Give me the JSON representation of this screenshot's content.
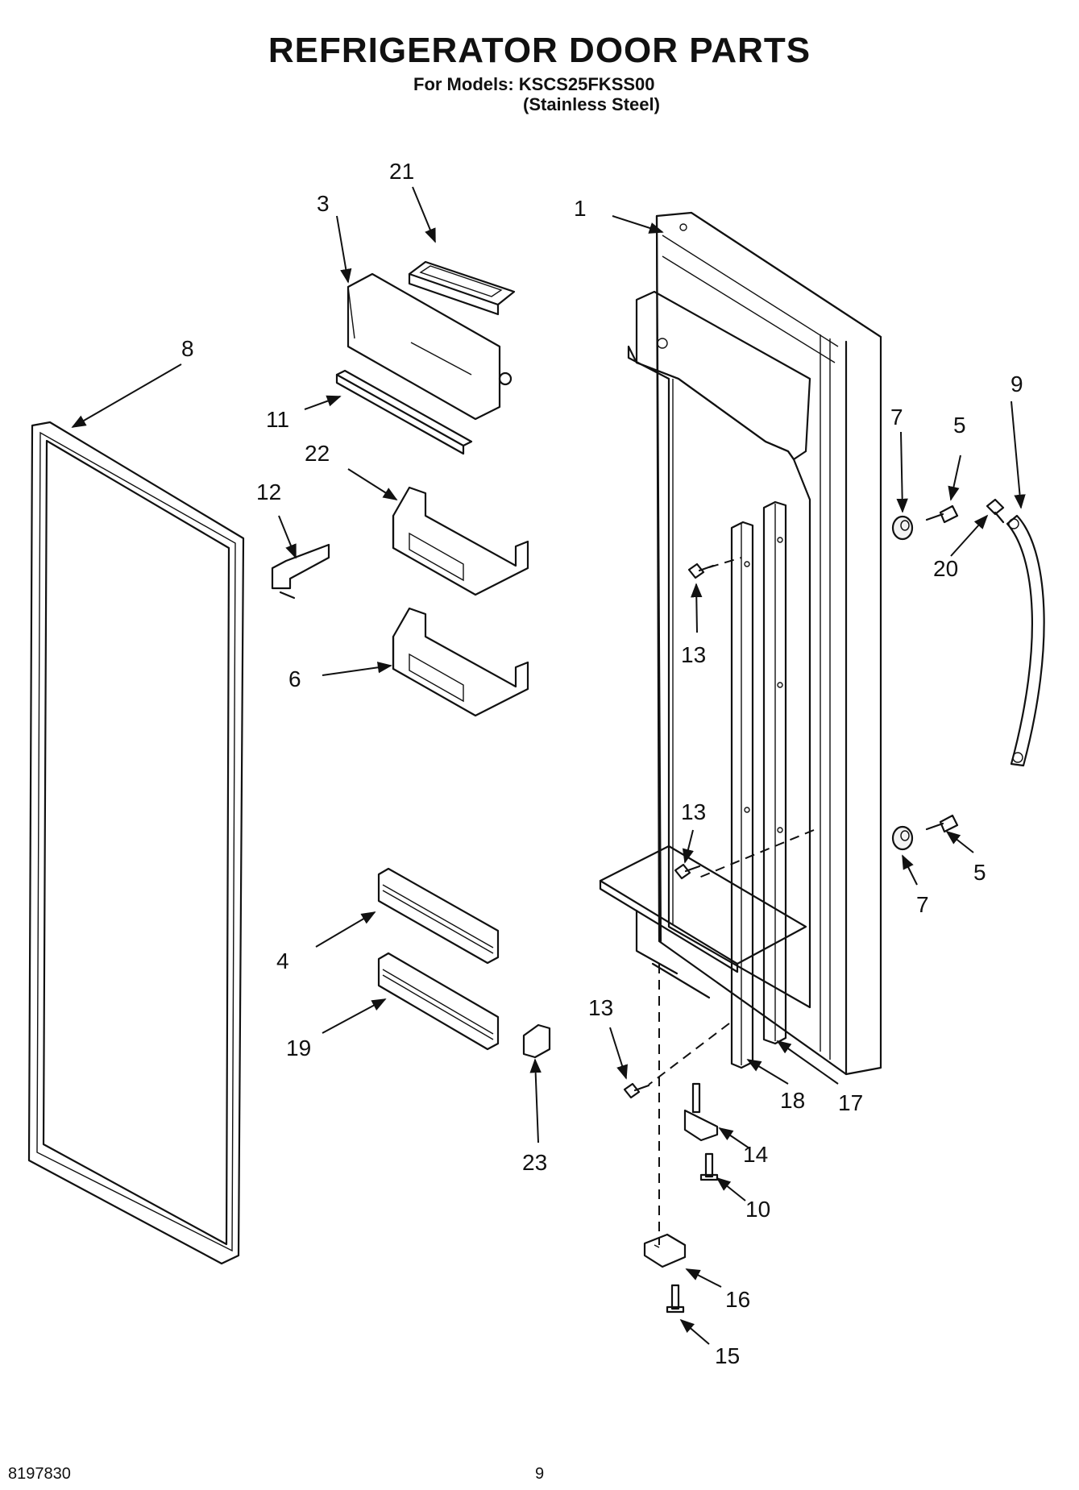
{
  "header": {
    "title": "REFRIGERATOR DOOR PARTS",
    "models_line": "For Models: KSCS25FKSS00",
    "finish_line": "(Stainless Steel)"
  },
  "footer": {
    "doc_number": "8197830",
    "page_number": "9"
  },
  "callouts": [
    {
      "id": "c1",
      "label": "1"
    },
    {
      "id": "c3",
      "label": "3"
    },
    {
      "id": "c21",
      "label": "21"
    },
    {
      "id": "c8",
      "label": "8"
    },
    {
      "id": "c11",
      "label": "11"
    },
    {
      "id": "c22",
      "label": "22"
    },
    {
      "id": "c12",
      "label": "12"
    },
    {
      "id": "c6",
      "label": "6"
    },
    {
      "id": "c4",
      "label": "4"
    },
    {
      "id": "c19",
      "label": "19"
    },
    {
      "id": "c23",
      "label": "23"
    },
    {
      "id": "c13a",
      "label": "13"
    },
    {
      "id": "c13b",
      "label": "13"
    },
    {
      "id": "c13c",
      "label": "13"
    },
    {
      "id": "c18",
      "label": "18"
    },
    {
      "id": "c17",
      "label": "17"
    },
    {
      "id": "c14",
      "label": "14"
    },
    {
      "id": "c10",
      "label": "10"
    },
    {
      "id": "c16",
      "label": "16"
    },
    {
      "id": "c15",
      "label": "15"
    },
    {
      "id": "c7a",
      "label": "7"
    },
    {
      "id": "c5a",
      "label": "5"
    },
    {
      "id": "c9",
      "label": "9"
    },
    {
      "id": "c20",
      "label": "20"
    },
    {
      "id": "c7b",
      "label": "7"
    },
    {
      "id": "c5b",
      "label": "5"
    }
  ]
}
